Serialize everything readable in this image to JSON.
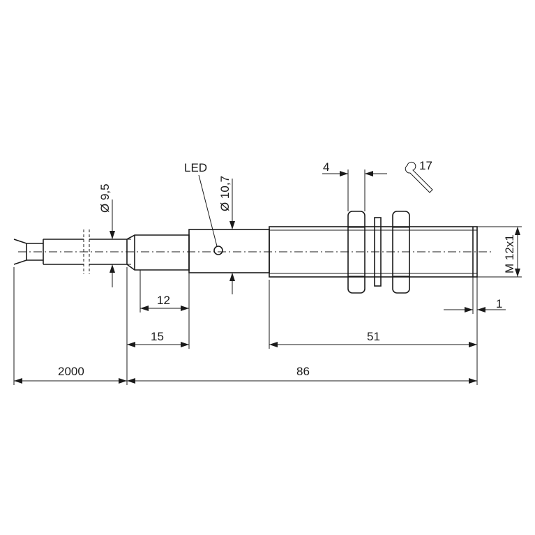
{
  "labels": {
    "led": "LED",
    "dia_small": "Ø 9,5",
    "dia_large": "Ø 10,7",
    "thread": "M 12x1",
    "wrench_size": "17",
    "nut_width": "4",
    "end_offset": "1",
    "dim_12": "12",
    "dim_15": "15",
    "dim_51": "51",
    "dim_86": "86",
    "dim_2000": "2000"
  }
}
